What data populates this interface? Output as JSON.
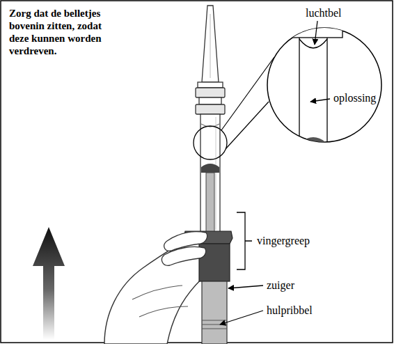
{
  "diagram": {
    "labels": [
      "Zorg dat de belletjes bovenin zitten, zodat deze kunnen worden verdreven.",
      "luchtbel",
      "oplossing",
      "vingergreep",
      "zuiger",
      "hulpribbel"
    ]
  }
}
